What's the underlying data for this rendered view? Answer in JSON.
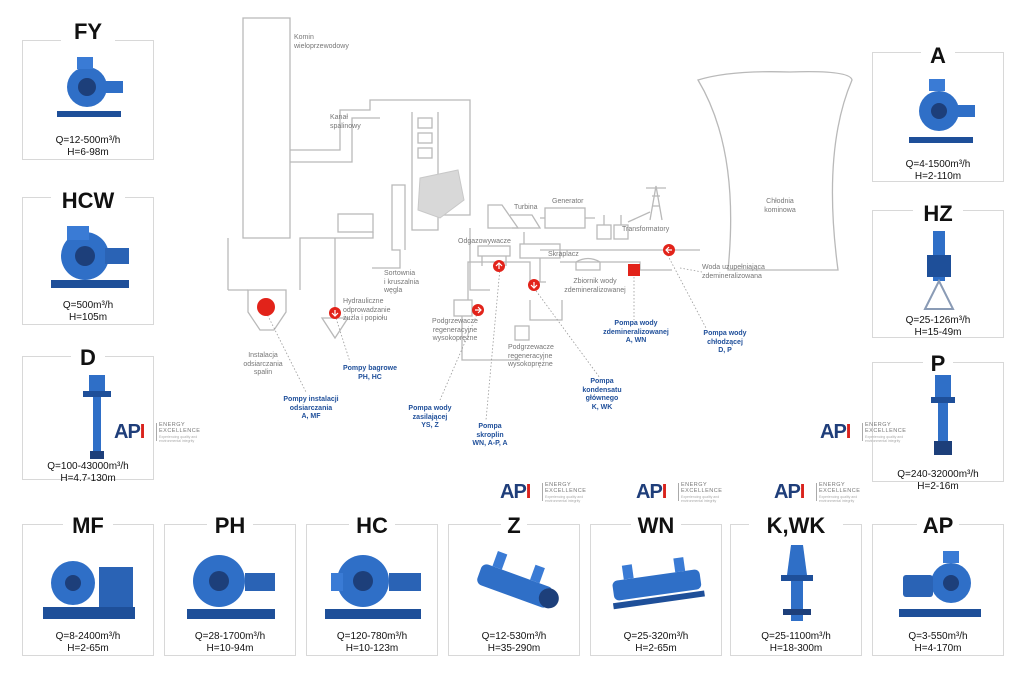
{
  "pumps": {
    "fy": {
      "title": "FY",
      "q": "Q=12-500m³/h",
      "h": "H=6-98m"
    },
    "hcw": {
      "title": "HCW",
      "q": "Q=500m³/h",
      "h": "H=105m"
    },
    "d": {
      "title": "D",
      "q": "Q=100-43000m³/h",
      "h": "H=4.7-130m"
    },
    "a": {
      "title": "A",
      "q": "Q=4-1500m³/h",
      "h": "H=2-110m"
    },
    "hz": {
      "title": "HZ",
      "q": "Q=25-126m³/h",
      "h": "H=15-49m"
    },
    "p": {
      "title": "P",
      "q": "Q=240-32000m³/h",
      "h": "H=2-16m"
    },
    "mf": {
      "title": "MF",
      "q": "Q=8-2400m³/h",
      "h": "H=2-65m"
    },
    "ph": {
      "title": "PH",
      "q": "Q=28-1700m³/h",
      "h": "H=10-94m"
    },
    "hc": {
      "title": "HC",
      "q": "Q=120-780m³/h",
      "h": "H=10-123m"
    },
    "z": {
      "title": "Z",
      "q": "Q=12-530m³/h",
      "h": "H=35-290m"
    },
    "wn": {
      "title": "WN",
      "q": "Q=25-320m³/h",
      "h": "H=2-65m"
    },
    "kwk": {
      "title": "K,WK",
      "q": "Q=25-1100m³/h",
      "h": "H=18-300m"
    },
    "ap": {
      "title": "AP",
      "q": "Q=3-550m³/h",
      "h": "H=4-170m"
    }
  },
  "api_logo": {
    "mark": "AP",
    "mark_accent": "I",
    "line1": "ENERGY",
    "line2": "EXCELLENCE",
    "line3": "Experiencing quality and environmental integrity"
  },
  "plant_labels": {
    "komin": "Komin\nwieloprzewodowy",
    "kanal": "Kanał\nspalinowy",
    "sortownia": "Sortownia\ni kruszalnia\nwęgla",
    "hydrauliczne": "Hydrauliczne\nodprowadzanie\nżużla i popiołu",
    "instalacja": "Instalacja\nodsiarczania\nspalin",
    "odgazowywacze": "Odgazowywacze",
    "podgrzewacze1": "Podgrzewacze\nregeneracyjne\nwysokoprężne",
    "podgrzewacze2": "Podgrzewacze\nregeneracyjne\nwysokoprężne",
    "turbina": "Turbina",
    "generator": "Generator",
    "transformatory": "Transformatory",
    "skraplacz": "Skraplacz",
    "zbiornik": "Zbiornik wody\nzdemineralizowanej",
    "chlodnia": "Chłodnia\nkominowa",
    "woda_uzup": "Woda uzupełniająca\nzdemineralizowana"
  },
  "pump_callouts": {
    "odsiarczania": "Pompy instalacji\nodsiarczania\nA, MF",
    "bagrowe": "Pompy bagrowe\nPH, HC",
    "zasilajacej": "Pompa wody\nzasilającej\nYS, Z",
    "skroplin": "Pompa\nskroplin\nWN, A-P, A",
    "kondensatu": "Pompa\nkondensatu\ngłównego\nK, WK",
    "zdemin": "Pompa wody\nzdemineralizowanej\nA, WN",
    "chlodzacej": "Pompa wody\nchłodzącej\nD, P"
  }
}
